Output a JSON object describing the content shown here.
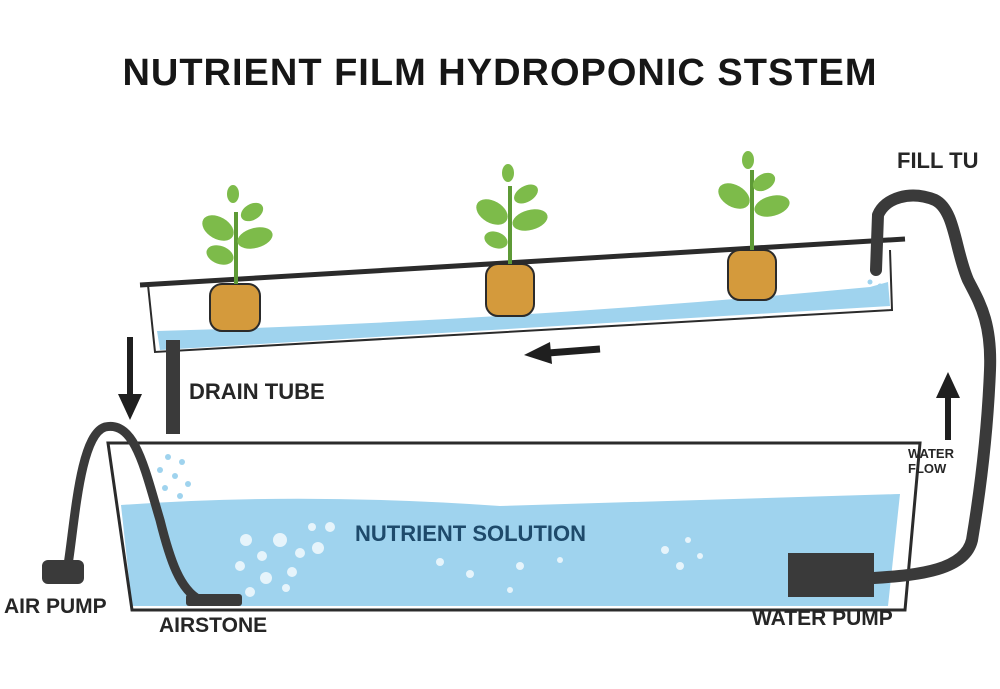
{
  "title": "NUTRIENT FILM HYDROPONIC STSTEM",
  "labels": {
    "fill_tube": "FILL TU",
    "drain_tube": "DRAIN TUBE",
    "nutrient_solution": "NUTRIENT SOLUTION",
    "air_pump": "AIR PUMP",
    "airstone": "AIRSTONE",
    "water_pump": "WATER PUMP",
    "water_flow_line1": "WATER",
    "water_flow_line2": "FLOW"
  },
  "colors": {
    "water": "#9fd3ee",
    "water_light": "#c9e8f7",
    "tube": "#3a3a3a",
    "plant_leaf": "#7dbb4a",
    "root_pot": "#d49a3c",
    "outline": "#2b2b2b"
  }
}
